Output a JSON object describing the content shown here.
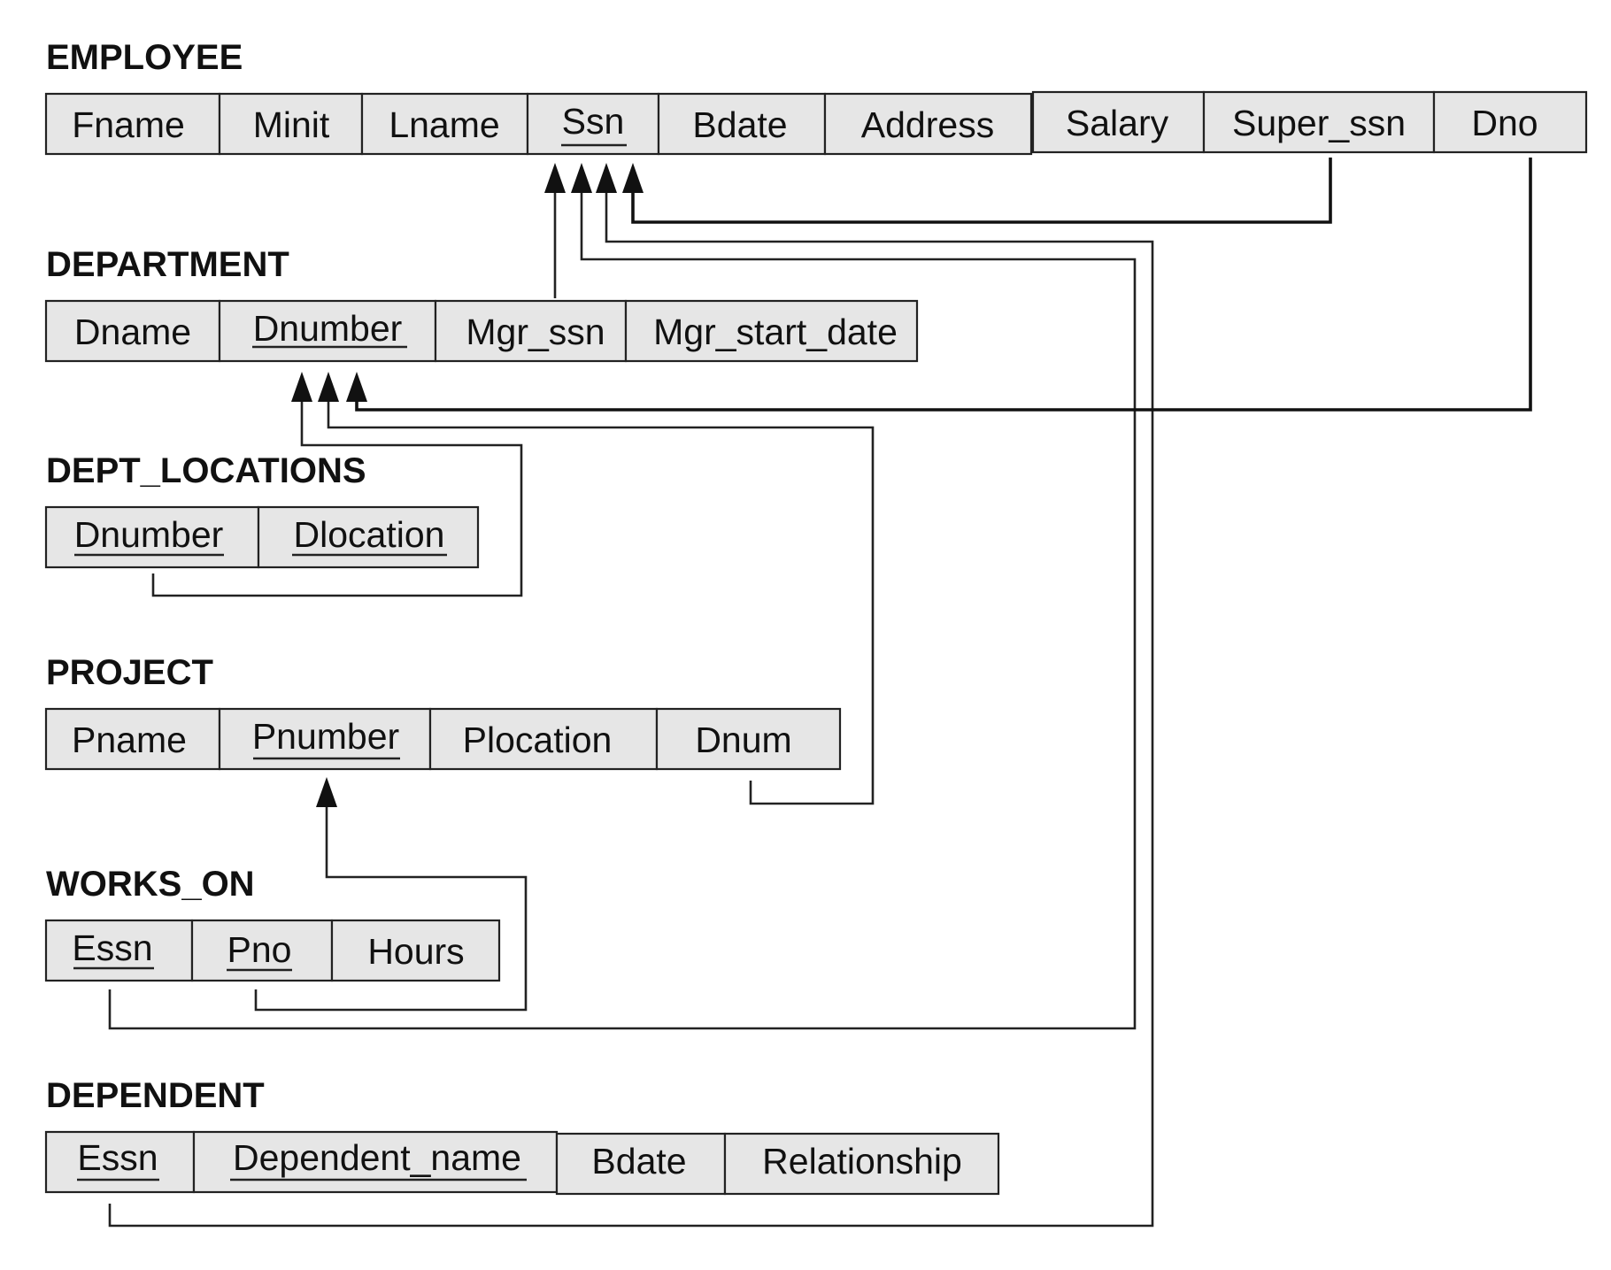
{
  "relations": [
    {
      "id": "employee",
      "name": "EMPLOYEE",
      "attributes": [
        {
          "name": "Fname",
          "key": false
        },
        {
          "name": "Minit",
          "key": false
        },
        {
          "name": "Lname",
          "key": false
        },
        {
          "name": "Ssn",
          "key": true
        },
        {
          "name": "Bdate",
          "key": false
        },
        {
          "name": "Address",
          "key": false
        },
        {
          "name": "Salary",
          "key": false
        },
        {
          "name": "Super_ssn",
          "key": false
        },
        {
          "name": "Dno",
          "key": false
        }
      ]
    },
    {
      "id": "department",
      "name": "DEPARTMENT",
      "attributes": [
        {
          "name": "Dname",
          "key": false
        },
        {
          "name": "Dnumber",
          "key": true
        },
        {
          "name": "Mgr_ssn",
          "key": false
        },
        {
          "name": "Mgr_start_date",
          "key": false
        }
      ]
    },
    {
      "id": "dept_locations",
      "name": "DEPT_LOCATIONS",
      "attributes": [
        {
          "name": "Dnumber",
          "key": true
        },
        {
          "name": "Dlocation",
          "key": true
        }
      ]
    },
    {
      "id": "project",
      "name": "PROJECT",
      "attributes": [
        {
          "name": "Pname",
          "key": false
        },
        {
          "name": "Pnumber",
          "key": true
        },
        {
          "name": "Plocation",
          "key": false
        },
        {
          "name": "Dnum",
          "key": false
        }
      ]
    },
    {
      "id": "works_on",
      "name": "WORKS_ON",
      "attributes": [
        {
          "name": "Essn",
          "key": true
        },
        {
          "name": "Pno",
          "key": true
        },
        {
          "name": "Hours",
          "key": false
        }
      ]
    },
    {
      "id": "dependent",
      "name": "DEPENDENT",
      "attributes": [
        {
          "name": "Essn",
          "key": true
        },
        {
          "name": "Dependent_name",
          "key": true
        },
        {
          "name": "Bdate",
          "key": false
        },
        {
          "name": "Relationship",
          "key": false
        }
      ]
    }
  ],
  "foreign_keys": [
    {
      "id": "fk-super-ssn",
      "from": "EMPLOYEE.Super_ssn",
      "to": "EMPLOYEE.Ssn"
    },
    {
      "id": "fk-dependent-essn",
      "from": "DEPENDENT.Essn",
      "to": "EMPLOYEE.Ssn"
    },
    {
      "id": "fk-works-on-essn",
      "from": "WORKS_ON.Essn",
      "to": "EMPLOYEE.Ssn"
    },
    {
      "id": "fk-mgr-ssn",
      "from": "DEPARTMENT.Mgr_ssn",
      "to": "EMPLOYEE.Ssn"
    },
    {
      "id": "fk-dno",
      "from": "EMPLOYEE.Dno",
      "to": "DEPARTMENT.Dnumber"
    },
    {
      "id": "fk-dnum",
      "from": "PROJECT.Dnum",
      "to": "DEPARTMENT.Dnumber"
    },
    {
      "id": "fk-dept-locations-dnumber",
      "from": "DEPT_LOCATIONS.Dnumber",
      "to": "DEPARTMENT.Dnumber"
    },
    {
      "id": "fk-pno",
      "from": "WORKS_ON.Pno",
      "to": "PROJECT.Pnumber"
    }
  ],
  "colors": {
    "cell_fill": "#e6e6e6",
    "line": "#222222",
    "text": "#111111"
  }
}
